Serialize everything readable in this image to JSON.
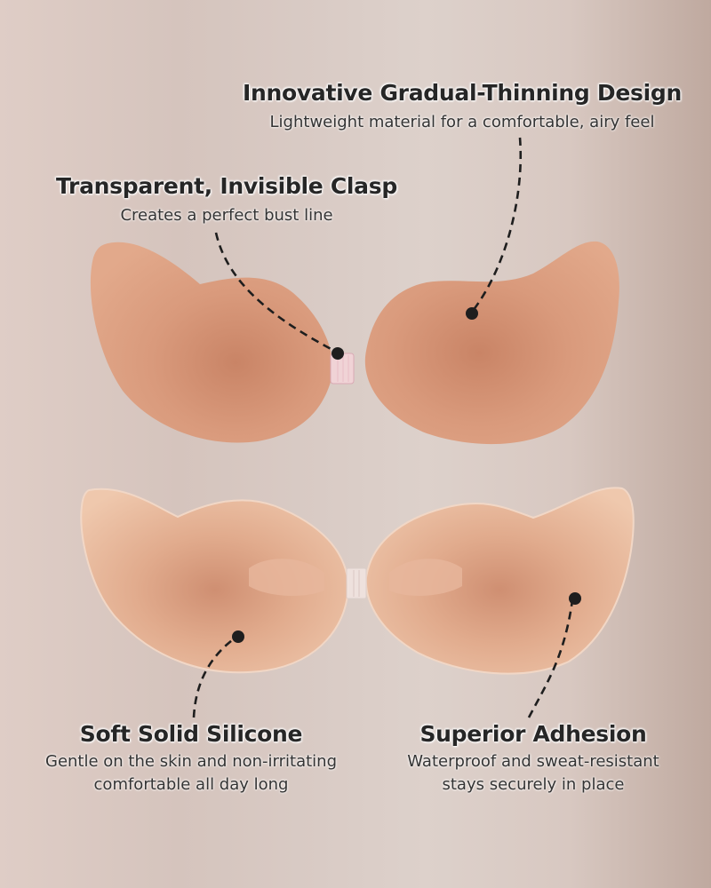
{
  "features": [
    {
      "id": "gradual-thinning",
      "title": "Innovative Gradual-Thinning Design",
      "lines": [
        "Lightweight material for a comfortable, airy feel"
      ]
    },
    {
      "id": "invisible-clasp",
      "title": "Transparent, Invisible Clasp",
      "lines": [
        "Creates a perfect bust line"
      ]
    },
    {
      "id": "soft-silicone",
      "title": "Soft Solid Silicone",
      "lines": [
        "Gentle on the skin and non-irritating",
        "comfortable all day long"
      ]
    },
    {
      "id": "superior-adhesion",
      "title": "Superior Adhesion",
      "lines": [
        "Waterproof and sweat-resistant",
        "stays securely in place"
      ]
    }
  ],
  "colors": {
    "background_left": "#dfcdc6",
    "background_right": "#bfa99f",
    "product_skin": "#d9977a",
    "product_inner": "#e6b59c",
    "callout_dot": "#1e1e1e",
    "text": "#262626"
  }
}
